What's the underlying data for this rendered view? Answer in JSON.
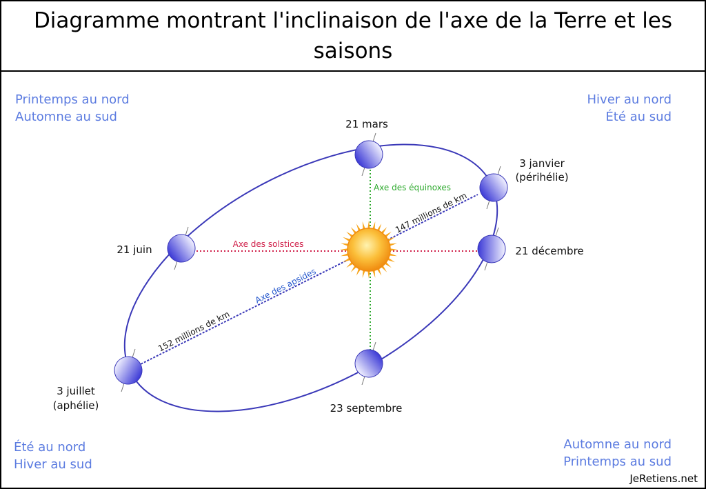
{
  "header": {
    "title": "Diagramme montrant l'inclinaison de l'axe de la Terre et les saisons"
  },
  "seasons": {
    "top_left": [
      "Printemps au nord",
      "Automne au sud"
    ],
    "top_right": [
      "Hiver au nord",
      "Été au sud"
    ],
    "bottom_left": [
      "Été au nord",
      "Hiver au sud"
    ],
    "bottom_right": [
      "Automne au nord",
      "Printemps au sud"
    ]
  },
  "positions": {
    "march": "21 mars",
    "january_line1": "3 janvier",
    "january_line2": "(périhélie)",
    "june": "21 juin",
    "december": "21 décembre",
    "july_line1": "3 juillet",
    "july_line2": "(aphélie)",
    "september": "23 septembre"
  },
  "axes": {
    "equinoxes": "Axe des équinoxes",
    "solstices": "Axe des solstices",
    "apsides": "Axe des apsides",
    "perihelion_distance": "147 millions de km",
    "aphelion_distance": "152 millions de km"
  },
  "colors": {
    "orbit": "#3a38b8",
    "equinox_axis": "#2faa2f",
    "solstice_axis": "#d0204a",
    "apsides_label": "#2255cc",
    "season_text": "#5b7be0",
    "sun": "#f7a51c",
    "earth_dark": "#3b39d6",
    "earth_light": "#f2f2ff"
  },
  "watermark": "JeRetiens.net"
}
